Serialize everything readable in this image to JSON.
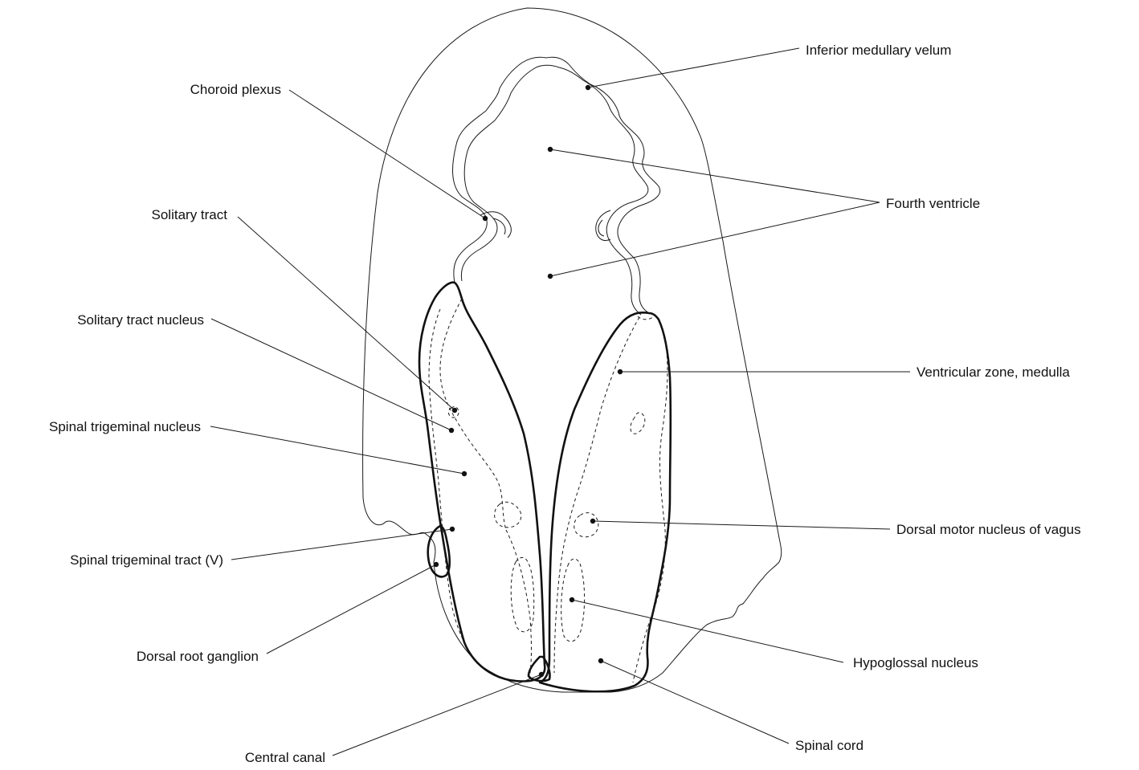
{
  "labels": {
    "inferior_medullary_velum": "Inferior medullary velum",
    "choroid_plexus": "Choroid plexus",
    "fourth_ventricle": "Fourth ventricle",
    "solitary_tract": "Solitary tract",
    "solitary_tract_nucleus": "Solitary tract nucleus",
    "ventricular_zone_medulla": "Ventricular zone, medulla",
    "spinal_trigeminal_nucleus": "Spinal trigeminal nucleus",
    "dorsal_motor_nucleus_of_vagus": "Dorsal motor nucleus of vagus",
    "spinal_trigeminal_tract": "Spinal trigeminal tract (V)",
    "dorsal_root_ganglion": "Dorsal root ganglion",
    "hypoglossal_nucleus": "Hypoglossal nucleus",
    "spinal_cord": "Spinal cord",
    "central_canal": "Central canal"
  },
  "colors": {
    "ink": "#111111",
    "background": "#ffffff"
  }
}
